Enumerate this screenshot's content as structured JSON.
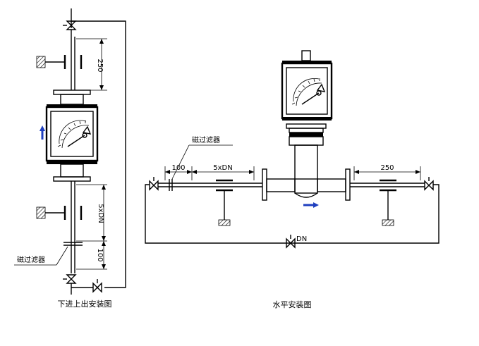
{
  "vertical": {
    "caption": "下进上出安装图",
    "dim_top": "250",
    "dim_mid": "5xDN",
    "dim_bottom": "100",
    "filter_label": "磁过滤器"
  },
  "horizontal": {
    "caption": "水平安装图",
    "dim_left": "100",
    "dim_mid": "5xDN",
    "dim_right": "250",
    "filter_label": "磁过滤器",
    "bypass_label": "DN"
  },
  "colors": {
    "flow_arrow": "#1f3fbf",
    "line": "#000000"
  }
}
